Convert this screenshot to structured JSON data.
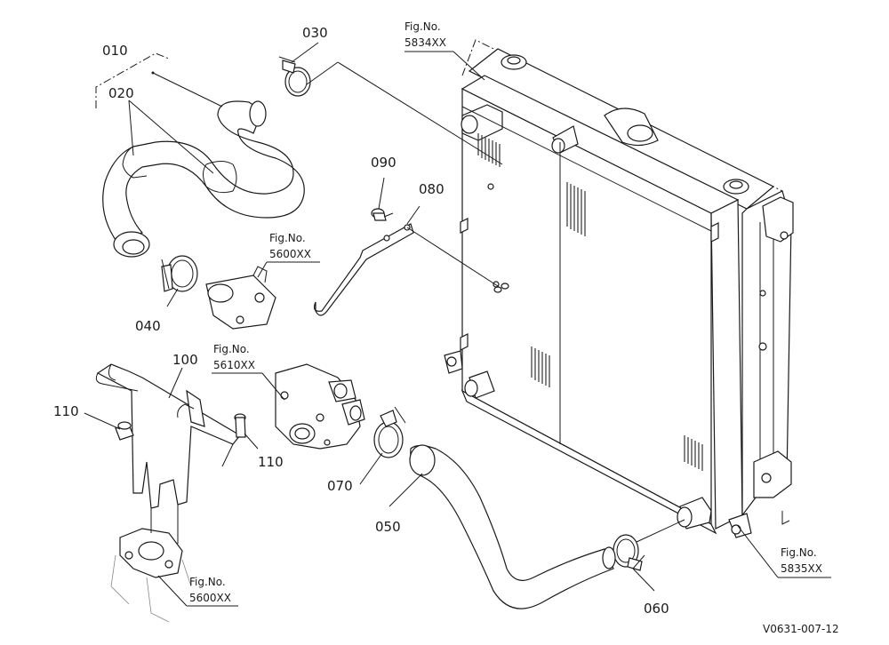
{
  "part_numbers": {
    "p010": "010",
    "p020": "020",
    "p030": "030",
    "p040": "040",
    "p050": "050",
    "p060": "060",
    "p070": "070",
    "p080": "080",
    "p090": "090",
    "p100": "100",
    "p110a": "110",
    "p110b": "110"
  },
  "figure_refs": {
    "fig5834": {
      "line1": "Fig.No.",
      "line2": "5834XX"
    },
    "fig5600a": {
      "line1": "Fig.No.",
      "line2": "5600XX"
    },
    "fig5610": {
      "line1": "Fig.No.",
      "line2": "5610XX"
    },
    "fig5835": {
      "line1": "Fig.No.",
      "line2": "5835XX"
    },
    "fig5600b": {
      "line1": "Fig.No.",
      "line2": "5600XX"
    }
  },
  "drawing_code": "V0631-007-12"
}
